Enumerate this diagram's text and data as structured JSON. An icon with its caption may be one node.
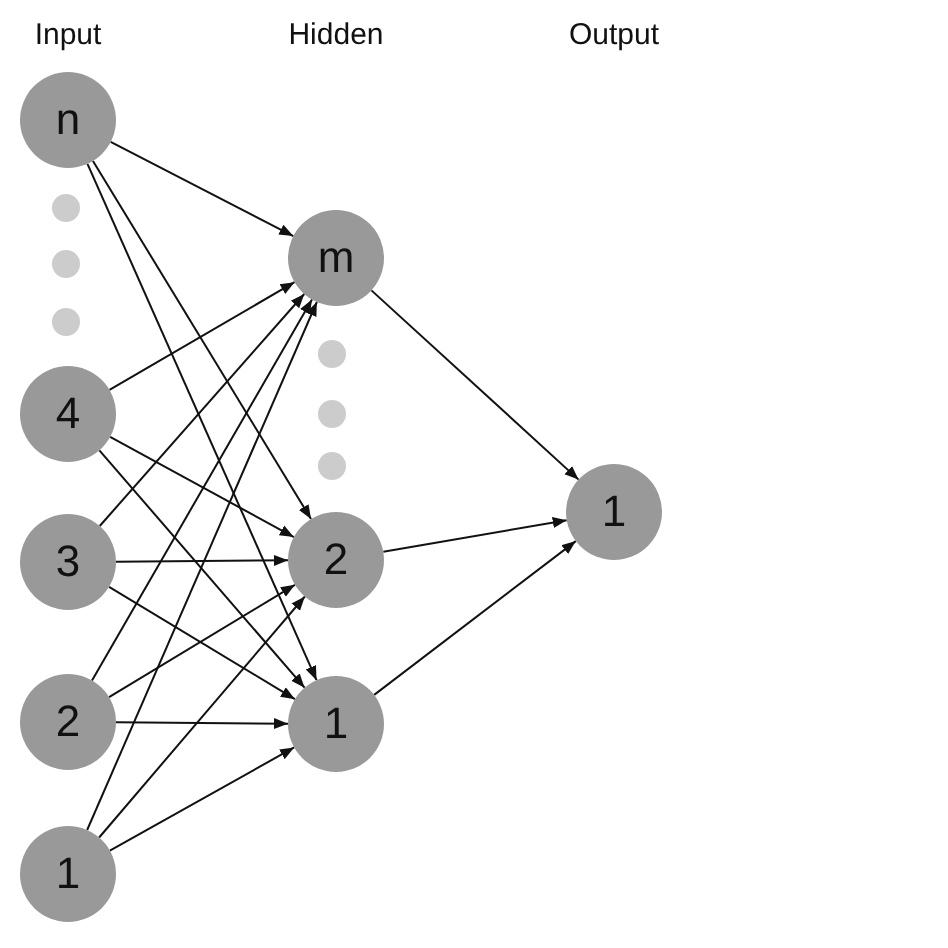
{
  "diagram": {
    "nodes": [
      {
        "text": [
          "n"
        ]
      },
      {
        "text": [
          "4"
        ]
      },
      {
        "text": [
          "3"
        ]
      },
      {
        "text": [
          "2"
        ]
      },
      {
        "text": [
          "1"
        ]
      },
      {
        "text": [
          "m"
        ]
      },
      {
        "text": [
          "2"
        ]
      },
      {
        "text": [
          "1"
        ]
      },
      {
        "text": [
          "1"
        ]
      }
    ],
    "edges": [
      {
        "from": 0,
        "to": 5,
        "arrow": "to"
      },
      {
        "from": 0,
        "to": 6,
        "arrow": "to"
      },
      {
        "from": 0,
        "to": 7,
        "arrow": "to"
      },
      {
        "from": 1,
        "to": 5,
        "arrow": "to"
      },
      {
        "from": 1,
        "to": 6,
        "arrow": "to"
      },
      {
        "from": 1,
        "to": 7,
        "arrow": "to"
      },
      {
        "from": 2,
        "to": 5,
        "arrow": "to"
      },
      {
        "from": 2,
        "to": 6,
        "arrow": "to"
      },
      {
        "from": 2,
        "to": 7,
        "arrow": "to"
      },
      {
        "from": 3,
        "to": 5,
        "arrow": "to"
      },
      {
        "from": 3,
        "to": 6,
        "arrow": "to"
      },
      {
        "from": 3,
        "to": 7,
        "arrow": "to"
      },
      {
        "from": 4,
        "to": 5,
        "arrow": "to"
      },
      {
        "from": 4,
        "to": 6,
        "arrow": "to"
      },
      {
        "from": 4,
        "to": 7,
        "arrow": "to"
      },
      {
        "from": 5,
        "to": 8,
        "arrow": "to"
      },
      {
        "from": 6,
        "to": 8,
        "arrow": "to"
      },
      {
        "from": 7,
        "to": 8,
        "arrow": "to"
      }
    ],
    "labels": [
      "Input",
      "Hidden",
      "Output"
    ]
  }
}
